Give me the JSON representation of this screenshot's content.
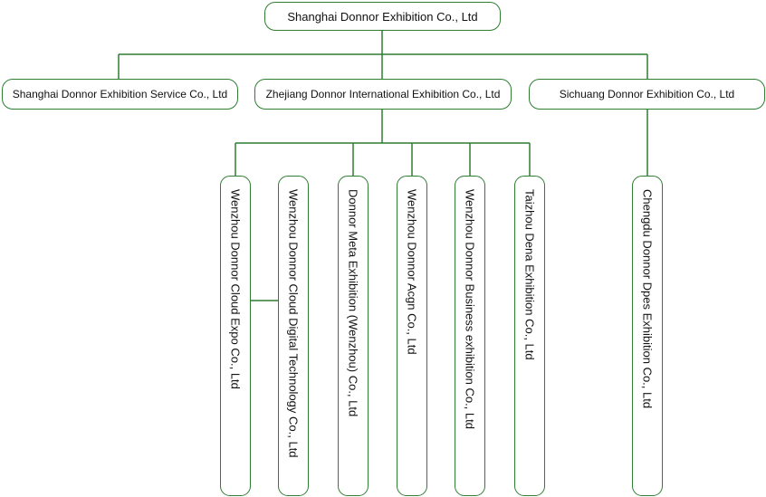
{
  "root": {
    "label": "Shanghai Donnor Exhibition Co., Ltd"
  },
  "level1": [
    {
      "label": "Shanghai Donnor Exhibition Service Co., Ltd"
    },
    {
      "label": "Zhejiang Donnor International Exhibition Co., Ltd"
    },
    {
      "label": "Sichuang Donnor Exhibition Co., Ltd"
    }
  ],
  "zhejiang_children": [
    {
      "label": "Wenzhou Donnor Cloud Expo Co., Ltd"
    },
    {
      "label": "Wenzhou Donnor Cloud Digital Technology Co., Ltd"
    },
    {
      "label": "Donnor Meta Exhibition (Wenzhou) Co., Ltd"
    },
    {
      "label": "Wenzhou Donnor Acgn Co., Ltd"
    },
    {
      "label": "Wenzhou Donnor Business exhibition Co., Ltd"
    },
    {
      "label": "Taizhou Dena Exhibition Co., Ltd"
    }
  ],
  "sichuang_children": [
    {
      "label": "Chengdu Donnor Dpes Exhibition Co., Ltd"
    }
  ],
  "colors": {
    "border": "#2e7d32",
    "background": "#ffffff",
    "text": "#111111"
  }
}
